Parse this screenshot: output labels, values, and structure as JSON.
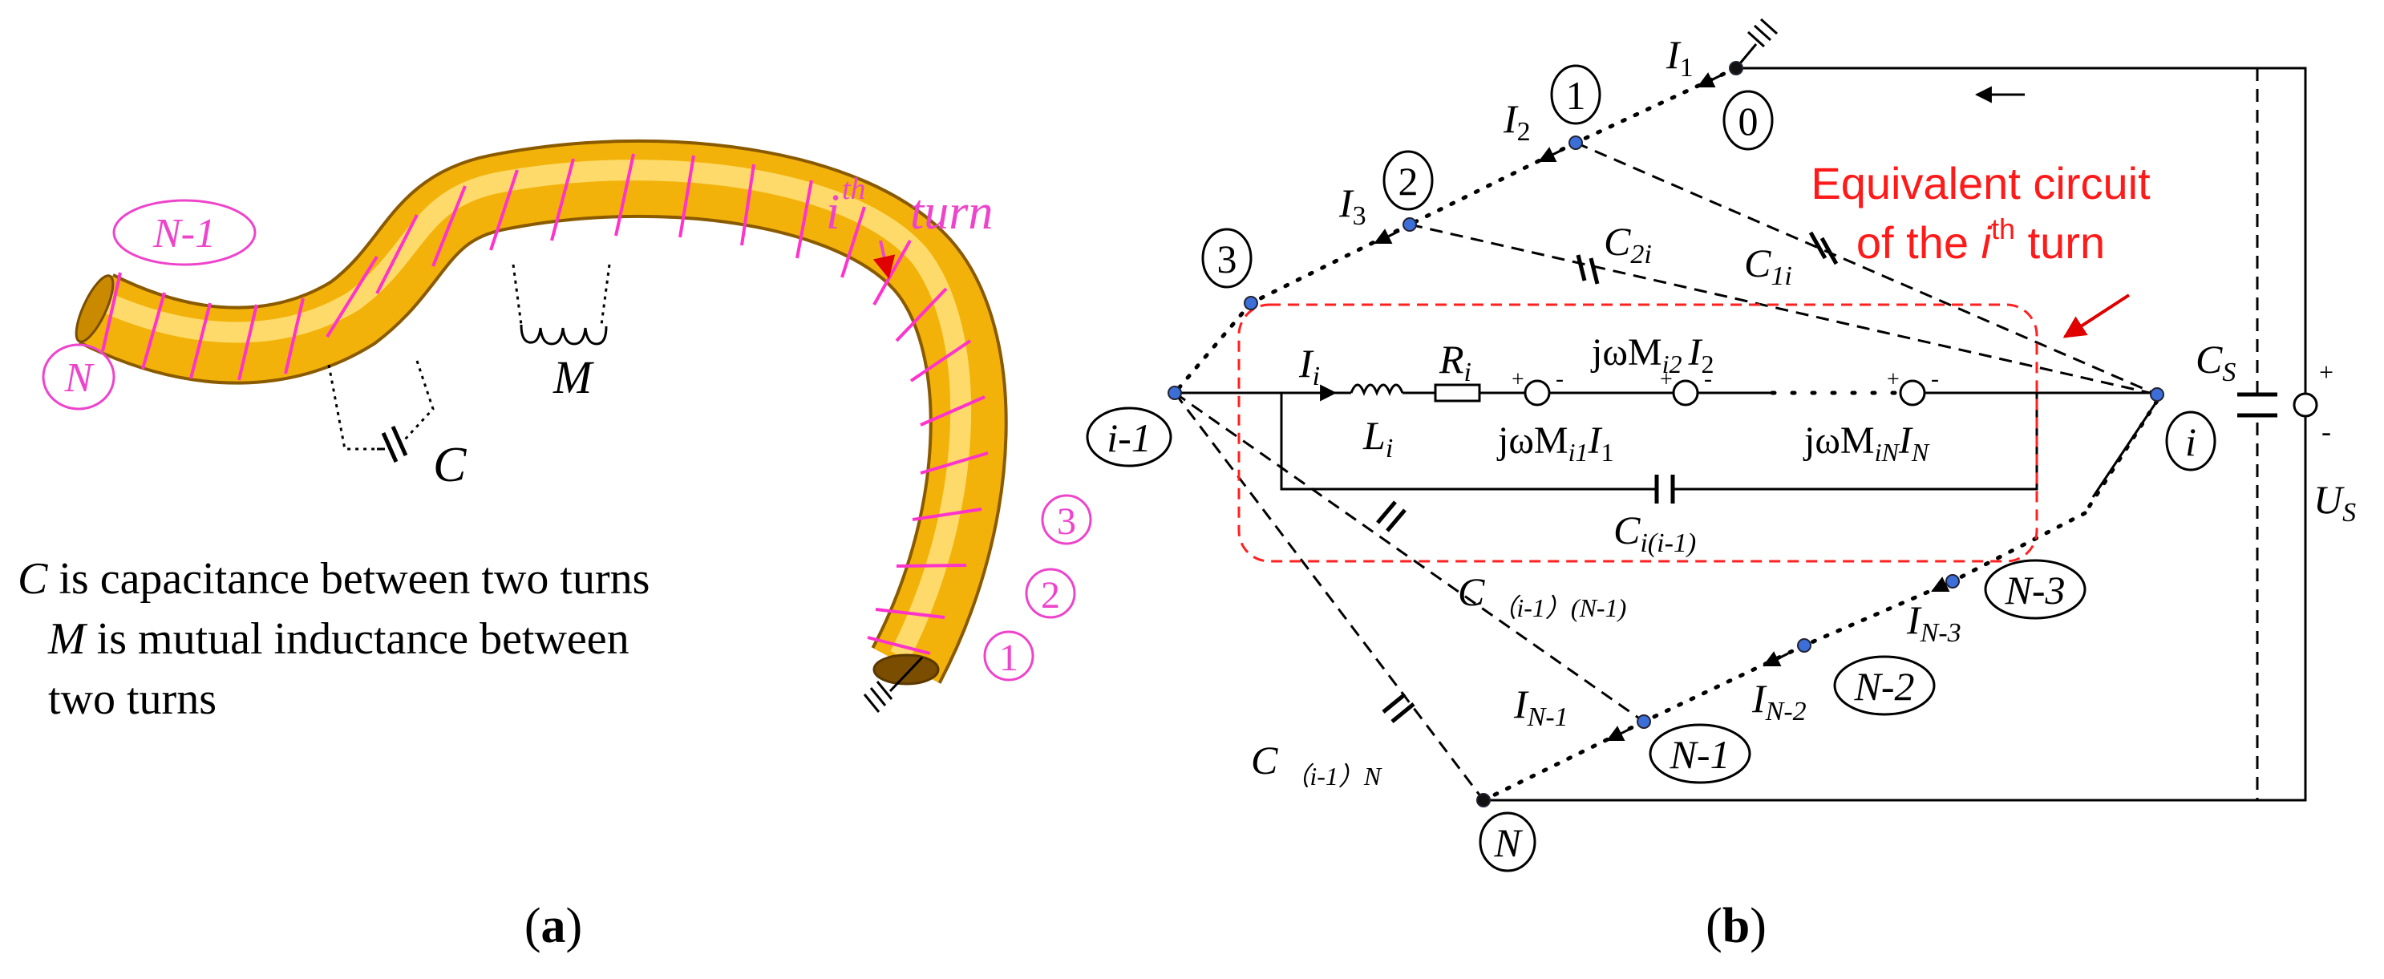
{
  "panel_a": {
    "caption_open": "(",
    "caption_letter": "a",
    "caption_close": ")",
    "turn_labels": [
      "N",
      "N-1",
      "3",
      "2",
      "1"
    ],
    "ith_i": "i",
    "ith_th": "th",
    "ith_turn": "turn",
    "m_label": "M",
    "c_label": "C",
    "desc_line1_sym": "C",
    "desc_line1_text": " is capacitance between two turns",
    "desc_line2_sym": "M",
    "desc_line2_text": " is mutual inductance between",
    "desc_line3_text": "two turns"
  },
  "panel_b": {
    "caption_open": "(",
    "caption_letter": "b",
    "caption_close": ")",
    "equiv_line1": "Equivalent circuit",
    "equiv_line2_pre": "of the ",
    "equiv_line2_sup": "i",
    "equiv_line2_th": "th",
    "equiv_line2_post": " turn",
    "nodes": {
      "n0": "0",
      "n1": "1",
      "n2": "2",
      "n3": "3",
      "ni_minus_1": "i-1",
      "ni": "i",
      "nN3": "N-3",
      "nN2": "N-2",
      "nN1": "N-1",
      "nN": "N"
    },
    "currents": {
      "I1": "I",
      "I1_sub": "1",
      "I2": "I",
      "I2_sub": "2",
      "I3": "I",
      "I3_sub": "3",
      "Ii": "I",
      "Ii_sub": "i",
      "IN3": "I",
      "IN3_sub": "N-3",
      "IN2": "I",
      "IN2_sub": "N-2",
      "IN1": "I",
      "IN1_sub": "N-1"
    },
    "elements": {
      "Li": "L",
      "Li_sub": "i",
      "Ri": "R",
      "Ri_sub": "i",
      "jwMi1": "jωM",
      "jwMi1_sub": "i1",
      "jwMi1_I": "I",
      "jwMi1_Isub": "1",
      "jwMi2": "jωM",
      "jwMi2_sub": "i2",
      "jwMi2_I": "I",
      "jwMi2_Isub": "2",
      "jwMiN": "jωM",
      "jwMiN_sub": "iN",
      "jwMiN_I": "I",
      "jwMiN_Isub": "N",
      "C2i": "C",
      "C2i_sub": "2i",
      "C1i": "C",
      "C1i_sub": "1i",
      "Cii1": "C",
      "Cii1_sub": "i(i-1)",
      "Ci1N1": "C",
      "Ci1N1_sub": "（i-1）(N-1)",
      "Ci1N": "C",
      "Ci1N_sub": "（i-1）N",
      "CS": "C",
      "CS_sub": "S",
      "US": "U",
      "US_sub": "S",
      "plus": "+",
      "minus": "-"
    }
  }
}
